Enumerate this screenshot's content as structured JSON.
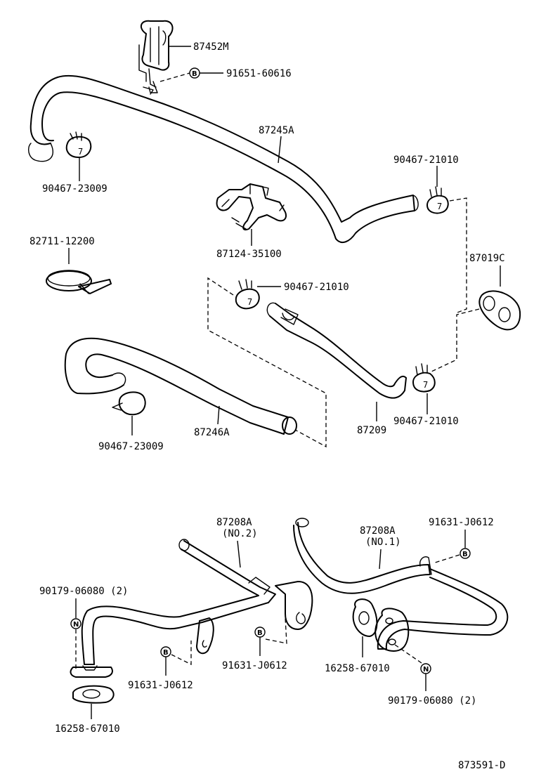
{
  "diagram": {
    "figure_code": "873591-D",
    "symbol_b": "B",
    "symbol_n": "N",
    "labels": {
      "p87452M": "87452M",
      "p91651": "91651-60616",
      "p87245A": "87245A",
      "c90467_23009_top": "90467-23009",
      "c90467_21010_tr": "90467-21010",
      "p87124": "87124-35100",
      "p82711": "82711-12200",
      "p87019C": "87019C",
      "c90467_21010_mid": "90467-21010",
      "p87246A": "87246A",
      "c90467_23009_bottom": "90467-23009",
      "p87209": "87209",
      "c90467_21010_br": "90467-21010",
      "p87208A_no2": "87208A",
      "p87208A_no2_sub": "(NO.2)",
      "p87208A_no1": "87208A",
      "p87208A_no1_sub": "(NO.1)",
      "b91631_right": "91631-J0612",
      "n90179_left": "90179-06080 (2)",
      "b91631_mid": "91631-J0612",
      "b91631_left": "91631-J0612",
      "g16258_left": "16258-67010",
      "g16258_right": "16258-67010",
      "n90179_right": "90179-06080 (2)"
    }
  }
}
